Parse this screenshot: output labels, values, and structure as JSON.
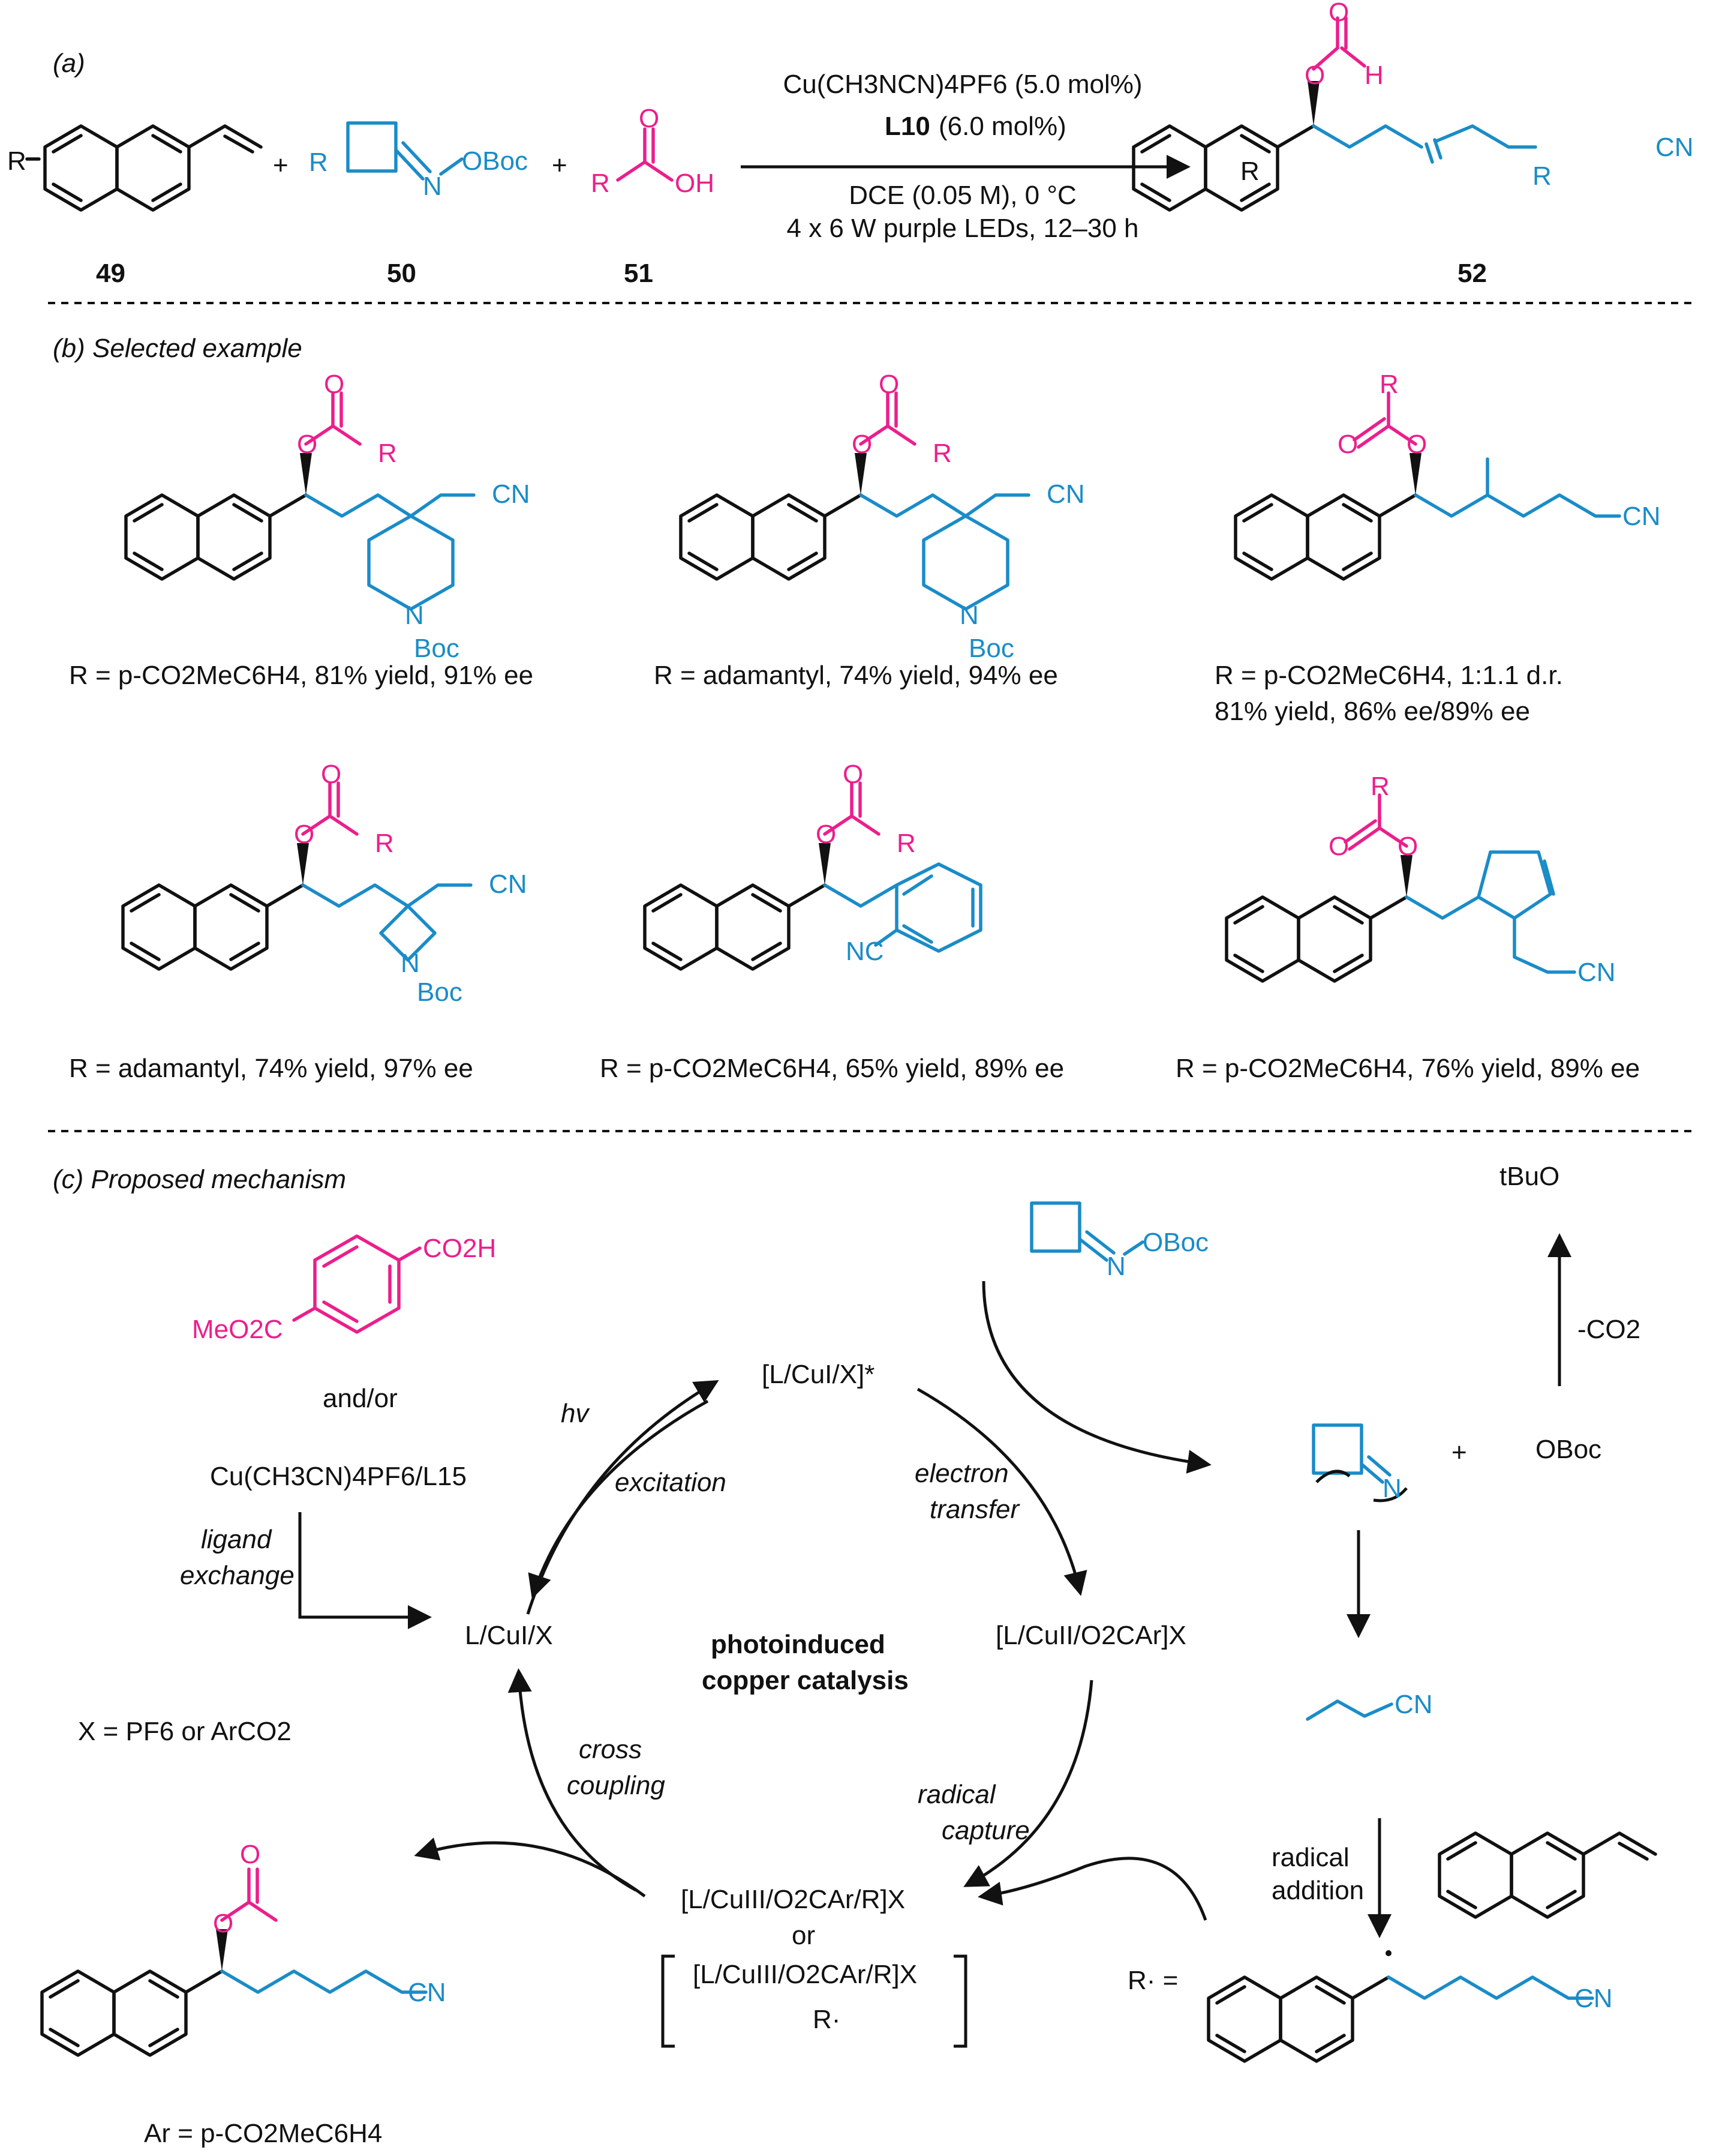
{
  "colors": {
    "reagent_pink": "#ec1e8c",
    "radical_blue": "#1a8cc8",
    "ink": "#111111"
  },
  "panel_a": {
    "label": "(a)",
    "compound_numbers": [
      "49",
      "50",
      "51",
      "52"
    ],
    "r_label": "R",
    "oxime_group": "OBoc",
    "n_label": "N",
    "acid_o": "O",
    "acid_oh": "OH",
    "plus": "+",
    "catalyst": "Cu(CH3NCN)4PF6 (5.0 mol%)",
    "ligand_name": "L10",
    "ligand_loading": "(6.0 mol%)",
    "solvent": "DCE (0.05 M), 0 °C",
    "light": "4 x 6 W purple LEDs, 12–30 h",
    "product_h": "H",
    "product_cn": "CN"
  },
  "panel_b": {
    "label": "(b) Selected example",
    "examples": [
      {
        "caption": "R = p-CO2MeC6H4, 81% yield, 91% ee"
      },
      {
        "caption": "R = adamantyl, 74% yield, 94% ee"
      },
      {
        "caption": "R = p-CO2MeC6H4, 1:1.1 d.r.",
        "caption2": "81% yield, 86% ee/89% ee"
      },
      {
        "caption": "R = adamantyl, 74% yield, 97% ee"
      },
      {
        "caption": "R = p-CO2MeC6H4, 65% yield, 89% ee"
      },
      {
        "caption": "R = p-CO2MeC6H4, 76% yield, 89% ee"
      }
    ],
    "atoms": {
      "o": "O",
      "r": "R",
      "n": "N",
      "boc": "Boc",
      "cn": "CN",
      "nc": "NC"
    }
  },
  "panel_c": {
    "label": "(c) Proposed mechanism",
    "acid_co2h": "CO2H",
    "acid_meo2c": "MeO2C",
    "and_or": "and/or",
    "cu_source": "Cu(CH3CN)4PF6/L15",
    "ligand_exchange": [
      "ligand",
      "exchange"
    ],
    "x_def": "X = PF6 or ArCO2",
    "cu1": "L/CuI/X",
    "hv": "hv",
    "excitation": "excitation",
    "cu1_excited": "[L/CuI/X]*",
    "electron_transfer": [
      "electron",
      "transfer"
    ],
    "cu2": "[L/CuII/O2CAr]X",
    "center": [
      "photoinduced",
      "copper catalysis"
    ],
    "radical_capture": [
      "radical",
      "capture"
    ],
    "cu3": "[L/CuIII/O2CAr/R]X",
    "or": "or",
    "cage_r": "R·",
    "cross_coupling": [
      "cross",
      "coupling"
    ],
    "ar_def": "Ar = p-CO2MeC6H4",
    "oxime_label": "OBoc",
    "tbuo": "tBuO",
    "minus_co2": "-CO2",
    "oboc_anion": "OBoc",
    "plus": "+",
    "radical_addition": [
      "radical",
      "addition"
    ],
    "r_radical": "R· =",
    "cn": "CN",
    "o": "O",
    "n": "N"
  }
}
